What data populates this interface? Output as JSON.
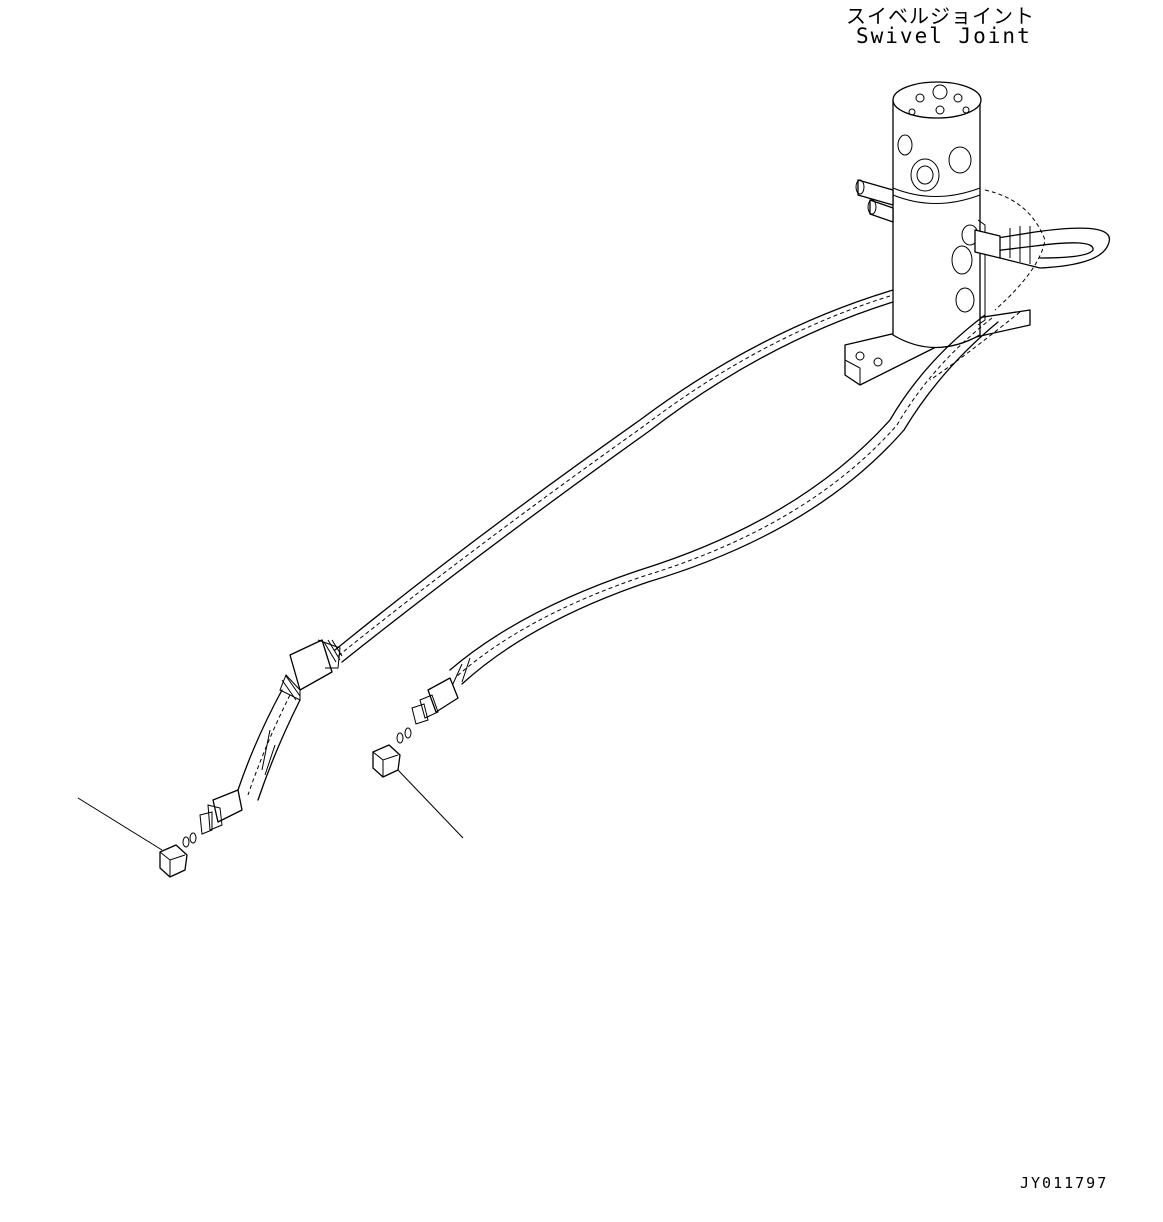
{
  "labels": {
    "component_jp": "スイベルジョイント",
    "component_en": "Swivel Joint",
    "drawing_number": "JY011797"
  },
  "colors": {
    "line": "#000000",
    "background": "#ffffff"
  }
}
